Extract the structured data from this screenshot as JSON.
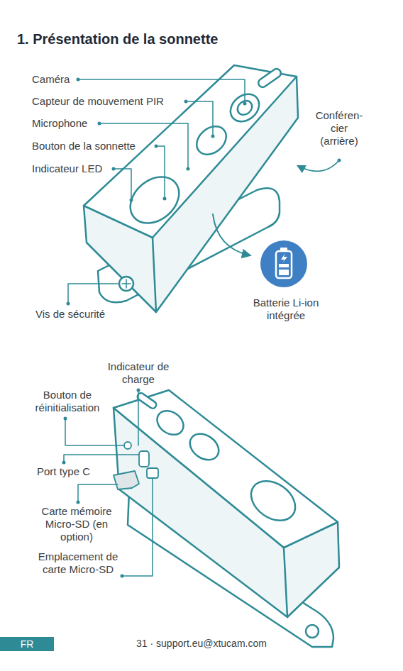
{
  "diagram": {
    "title": "1. Présentation de la sonnette",
    "nodes": [
      {
        "text": [
          "FR"
        ]
      }
    ],
    "labels": [
      "Caméra",
      "Capteur de mouvement PIR",
      "Microphone",
      "Bouton de la sonnette",
      "Indicateur LED",
      "Conféren- cier (arrière)",
      "Batterie Li-ion intégrée",
      "Vis de sécurité",
      "Indicateur de charge",
      "Bouton de réinitialisation",
      "Port type C",
      "Carte mémoire Micro-SD (en option)",
      "Emplacement de carte Micro-SD",
      "31 · support.eu@xtucam.com"
    ]
  }
}
